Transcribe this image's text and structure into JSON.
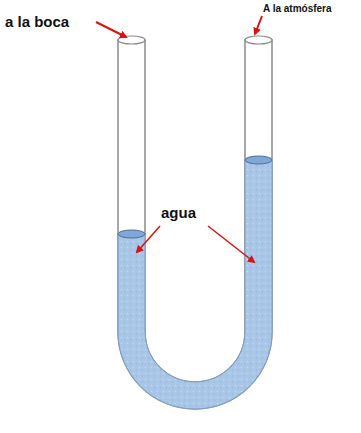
{
  "diagram": {
    "labels": [
      "a la boca",
      "A la atmósfera",
      "agua"
    ]
  }
}
